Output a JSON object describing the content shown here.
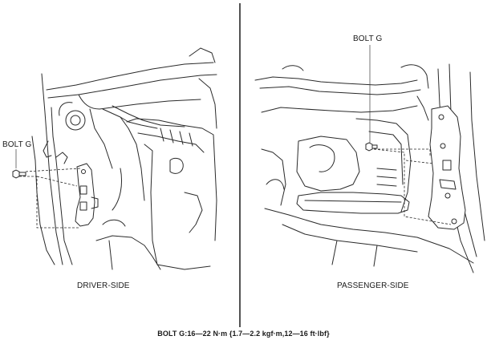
{
  "labels": {
    "bolt_left": "BOLT G",
    "bolt_right": "BOLT G",
    "driver_side": "DRIVER-SIDE",
    "passenger_side": "PASSENGER-SIDE",
    "torque_spec": "BOLT G:16—22 N·m {1.7—2.2 kgf·m,12—16 ft·lbf}"
  }
}
